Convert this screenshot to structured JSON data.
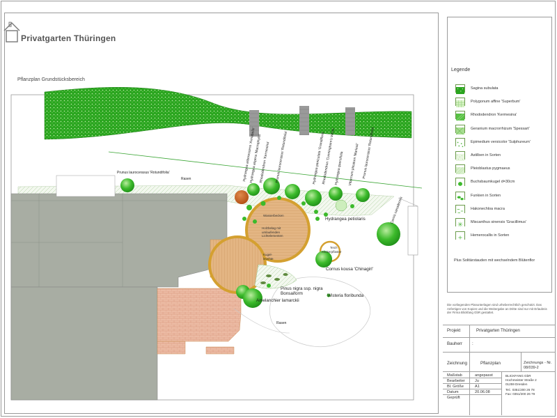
{
  "title": "Privatgarten Thüringen",
  "subtitle": "Pflanzplan Grundstücksbereich",
  "legend": {
    "heading": "Legende",
    "items": [
      {
        "label": "Sagina subulata",
        "pattern": "dense-green"
      },
      {
        "label": "Polygonum affine 'Superbum'",
        "pattern": "light-grid"
      },
      {
        "label": "Rhododendron 'Kermesina'",
        "pattern": "mid-green"
      },
      {
        "label": "Geranium macrorrhizum 'Spessart'",
        "pattern": "cross-hatch"
      },
      {
        "label": "Epimedium versicolor 'Sulphureum'",
        "pattern": "dots"
      },
      {
        "label": "Astilben in Sorten",
        "pattern": "fine-dots"
      },
      {
        "label": "Pleioblastus pygmaeus",
        "pattern": "light-hatch"
      },
      {
        "label": "Buchsbaumkugel d=30cm",
        "pattern": "circle"
      },
      {
        "label": "Funkien in Sorten",
        "pattern": "blobs"
      },
      {
        "label": "Hakonechloa macra",
        "pattern": "dashes"
      },
      {
        "label": "Miscanthus sinensis 'Gracillimus'",
        "pattern": "star"
      },
      {
        "label": "Hemerocallis in Sorten",
        "pattern": "plus"
      }
    ],
    "note": "Plus Solitärstauden mit wechselndem Blütenflor"
  },
  "copyright": "Die vorliegenden Planunterlagen sind urheberrechtlich geschützt. Das Anfertigen von Kopien und die Weitergabe an Dritte sind nur mit Erlaubnis der Firma Blickfang GbR gestattet.",
  "plan": {
    "plant_labels": [
      "Prunus laurocerasus 'Rotundifolia'",
      "Rasen",
      "Hydrangea petiolaris",
      "Cornus kousa 'Chinagirl'",
      "Pinus nigra ssp. nigra Bonsaiform",
      "Wisteria floribunda",
      "Amelanchier lamarckii",
      "Rasen",
      "Cercis canadensis"
    ],
    "vertical_labels": [
      "Hydrangea arborescens 'Annabelle'",
      "Hydrangea aspera 'Macrophylla'",
      "Rhododendron 'Kermesina'",
      "Prunus laurocerasus 'Rotundifolia'",
      "Hydrangea paniculata 'Grandiflora'",
      "Rhododendron 'Cunningham's White'",
      "Hydrangea quercifolia",
      "Viburnum plicatum 'Mariesii'",
      "Prunus laurocerasus 'Rotundifolia'"
    ],
    "area_labels": [
      "Wasserbecken",
      "Holzbelag mit umlaufenden Lichtelementen",
      "Kugel-leuchte",
      "Teich",
      "Klinkerpflaster"
    ]
  },
  "titleblock": {
    "projekt_label": "Projekt",
    "projekt_value": "Privatgarten Thüringen",
    "bauherr_label": "Bauherr",
    "zeichnung_label": "Zeichnung",
    "zeichnung_value": "Pflanzplan",
    "zeichnungsnr_label": "Zeichnungs - Nr.",
    "zeichnungsnr_value": "08/039-2",
    "massstab_label": "Maßstab",
    "massstab_value": "angepasst",
    "bearbeiter_label": "Bearbeiter",
    "bearbeiter_value": "Ju",
    "blgroesse_label": "Bl. Größe",
    "blgroesse_value": "A1",
    "datum_label": "Datum",
    "datum_value": "20.06.08",
    "geprueft_label": "Geprüft",
    "company_line1": "BLICKFANG GbR",
    "company_line2": "Hochmeister Straße 2",
    "company_line3": "01259 Dresden",
    "company_line4": "Tel.: 0351/200 26 78",
    "company_line5": "Fax: 0351/200 26 79"
  },
  "colors": {
    "green": "#22a61a",
    "light_green": "#8fd27a",
    "wood": "#d8a76f",
    "ring": "#d4a030",
    "building": "#a8ada3",
    "brick": "#e7b39b"
  }
}
